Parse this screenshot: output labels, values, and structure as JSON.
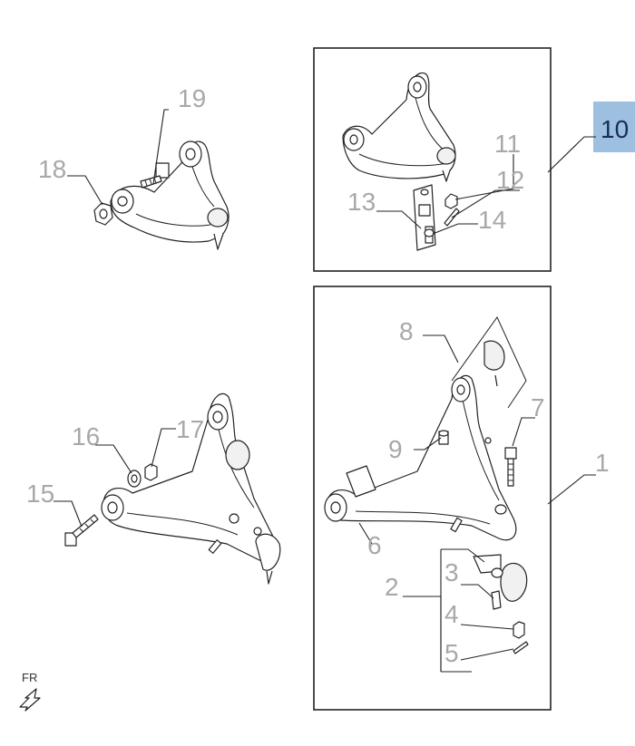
{
  "labels": {
    "p1": "1",
    "p2": "2",
    "p3": "3",
    "p4": "4",
    "p5": "5",
    "p6": "6",
    "p7": "7",
    "p8": "8",
    "p9": "9",
    "p10": "10",
    "p11": "11",
    "p12": "12",
    "p13": "13",
    "p14": "14",
    "p15": "15",
    "p16": "16",
    "p17": "17",
    "p18": "18",
    "p19": "19"
  },
  "orientation": {
    "text": "FR"
  },
  "colors": {
    "highlight": "#9dbfe0",
    "label_gray": "#a8a8a8",
    "ink": "#222222"
  },
  "highlighted_part": "10"
}
